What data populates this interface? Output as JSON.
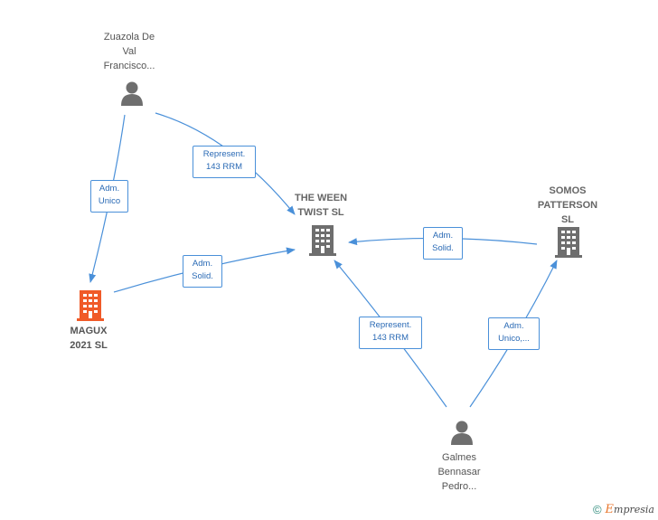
{
  "nodes": {
    "zuazola": {
      "lines": [
        "Zuazola De",
        "Val",
        "Francisco..."
      ],
      "kind": "person"
    },
    "theween": {
      "lines": [
        "THE WEEN",
        "TWIST  SL"
      ],
      "kind": "company"
    },
    "somos": {
      "lines": [
        "SOMOS",
        "PATTERSON",
        "SL"
      ],
      "kind": "company"
    },
    "magux": {
      "lines": [
        "MAGUX",
        "2021  SL"
      ],
      "kind": "company-highlight"
    },
    "galmes": {
      "lines": [
        "Galmes",
        "Bennasar",
        "Pedro..."
      ],
      "kind": "person"
    }
  },
  "edges": {
    "zuazola_magux": {
      "lines": [
        "Adm.",
        "Unico"
      ]
    },
    "zuazola_theween": {
      "lines": [
        "Represent.",
        "143 RRM"
      ]
    },
    "magux_theween": {
      "lines": [
        "Adm.",
        "Solid."
      ]
    },
    "somos_theween": {
      "lines": [
        "Adm.",
        "Solid."
      ]
    },
    "galmes_theween": {
      "lines": [
        "Represent.",
        "143 RRM"
      ]
    },
    "galmes_somos": {
      "lines": [
        "Adm.",
        "Unico,..."
      ]
    }
  },
  "colors": {
    "edge": "#4a90d9",
    "person_icon": "#6e6e6e",
    "company_icon": "#6e6e6e",
    "highlight_icon": "#f05a28"
  },
  "footer": {
    "copyright": "©",
    "brand_initial": "E",
    "brand_rest": "mpresia"
  }
}
